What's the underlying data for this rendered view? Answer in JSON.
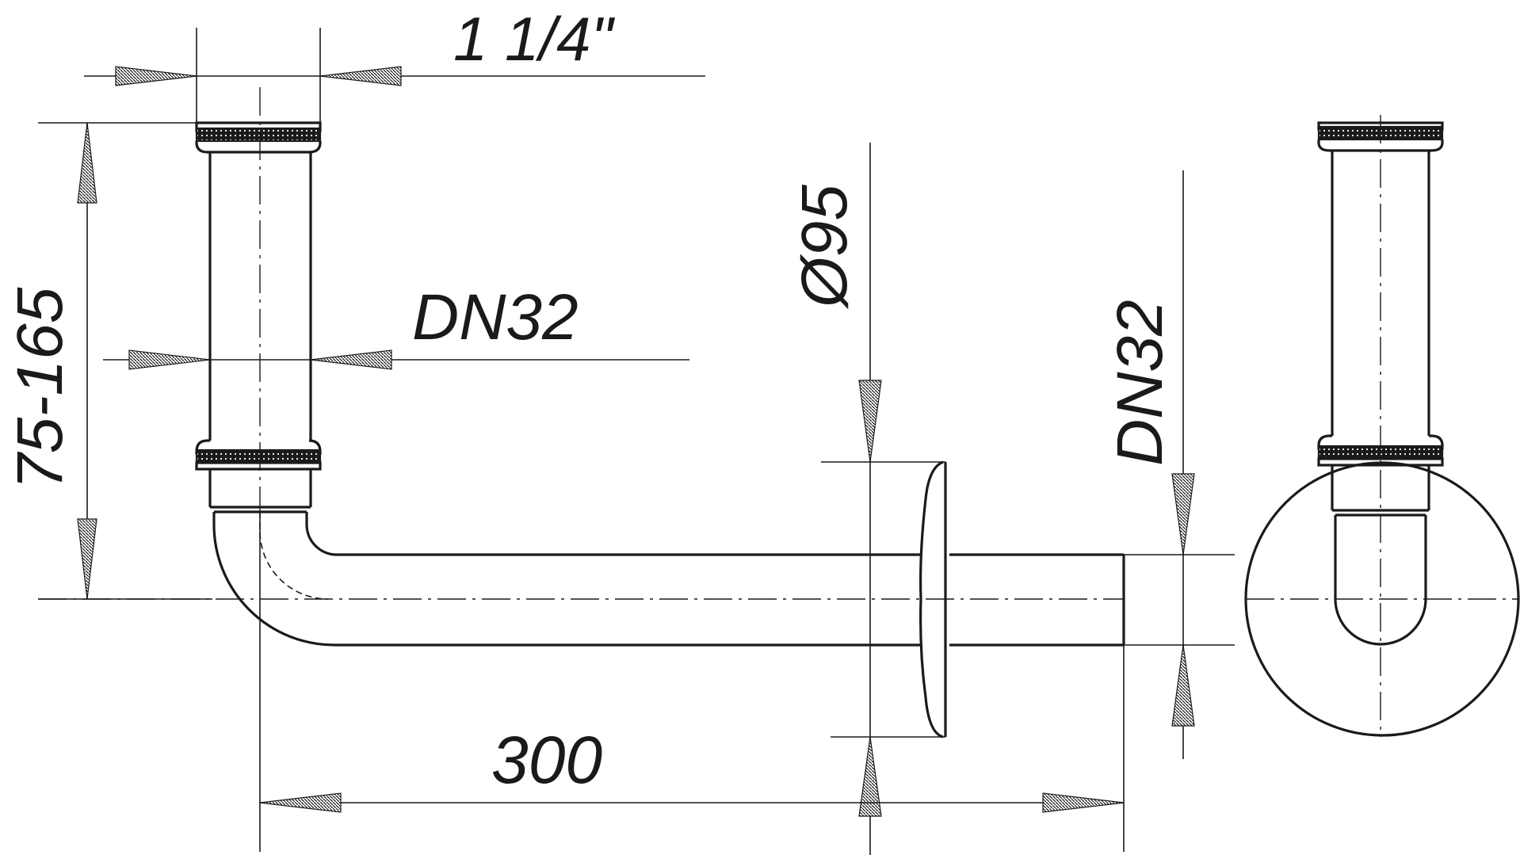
{
  "drawing": {
    "title": "Wall-mounted siphon pipe — technical drawing",
    "views": [
      "side-view",
      "front-view"
    ],
    "stroke_color": "#1a1a1a",
    "background_color": "#ffffff"
  },
  "dimensions": {
    "thread_size": "1 1/4\"",
    "height_range": "75-165",
    "pipe_diameter_vertical": "DN32",
    "rosette_diameter": "Ø95",
    "pipe_diameter_horizontal": "DN32",
    "horizontal_length": "300"
  }
}
